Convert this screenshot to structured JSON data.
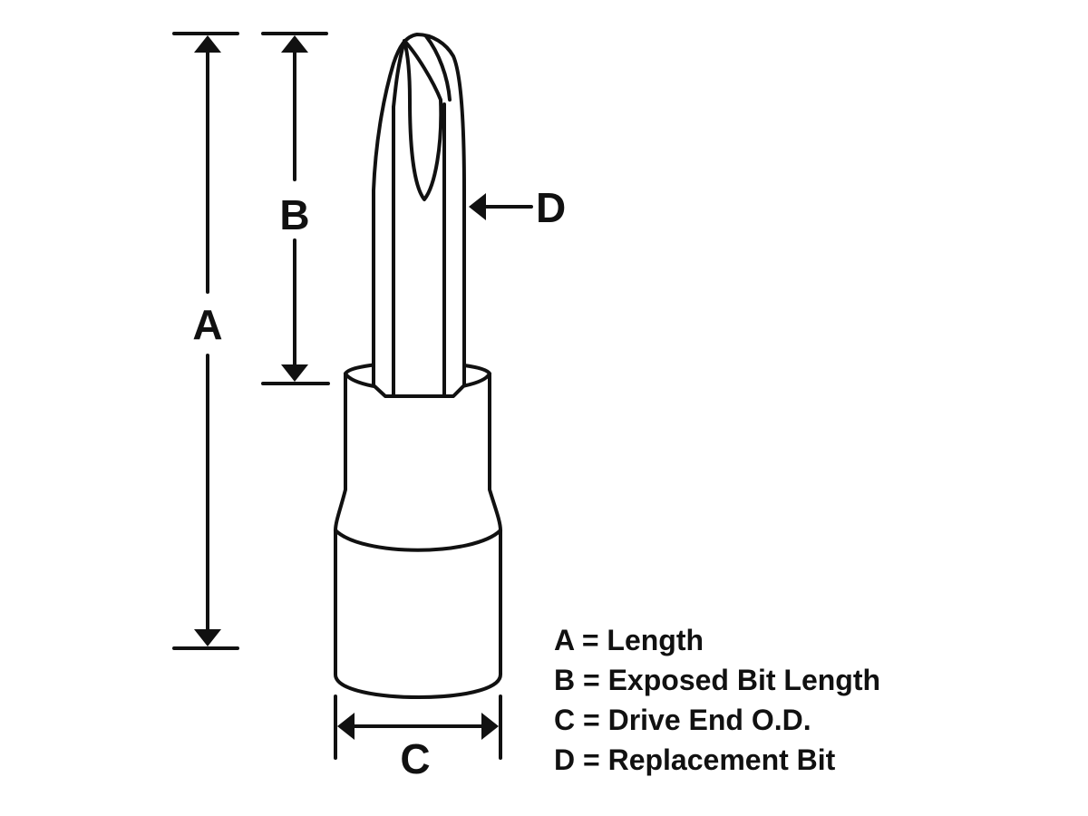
{
  "diagram": {
    "labels": {
      "a": "A",
      "b": "B",
      "c": "C",
      "d": "D"
    },
    "legend": [
      "A = Length",
      "B = Exposed Bit Length",
      "C = Drive End O.D.",
      "D = Replacement Bit"
    ]
  }
}
